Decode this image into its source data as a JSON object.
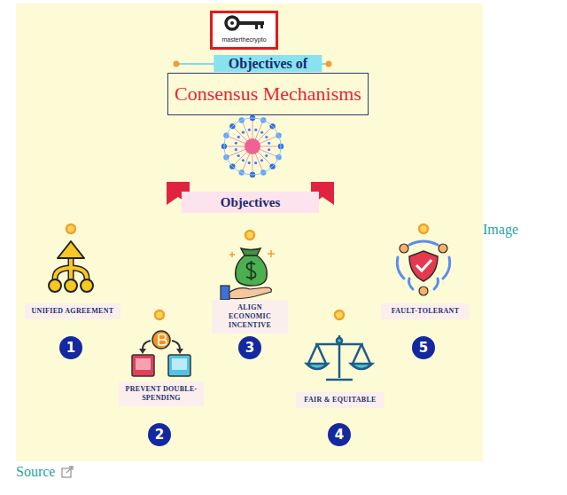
{
  "diagram": {
    "nodes": [
      {
        "text": [
          "masterthecrypto"
        ]
      },
      {
        "text": [
          "Objectives of",
          "Consensus Mechanisms"
        ]
      },
      {
        "text": [
          "Objectives"
        ]
      },
      {
        "text": [
          "UNIFIED AGREEMENT"
        ]
      },
      {
        "text": [
          "PREVENT DOUBLE-SPENDING"
        ]
      },
      {
        "text": [
          "ALIGN ECONOMIC INCENTIVE"
        ]
      },
      {
        "text": [
          "FAIR & EQUITABLE"
        ]
      },
      {
        "text": [
          "FAULT-TOLERANT"
        ]
      }
    ],
    "edges": [
      {
        "from": 2,
        "to": 3,
        "arrow": "none"
      },
      {
        "from": 2,
        "to": 4,
        "arrow": "none"
      },
      {
        "from": 2,
        "to": 5,
        "arrow": "none"
      },
      {
        "from": 2,
        "to": 6,
        "arrow": "none"
      },
      {
        "from": 2,
        "to": 7,
        "arrow": "none"
      }
    ],
    "labels": [
      "1",
      "2",
      "3",
      "4",
      "5",
      "Image",
      "Source"
    ]
  }
}
